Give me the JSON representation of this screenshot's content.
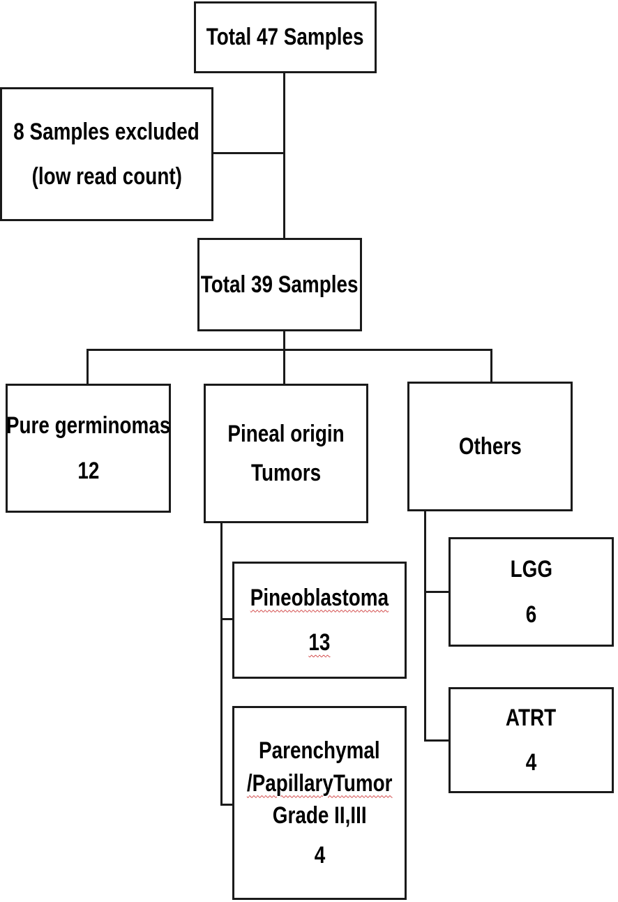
{
  "root": {
    "label": "Total 47 Samples"
  },
  "excluded": {
    "line1": "8 Samples excluded",
    "line2": "(low read count)"
  },
  "total": {
    "label": "Total 39 Samples"
  },
  "germinomas": {
    "label": "Pure germinomas",
    "count": "12"
  },
  "pineal": {
    "line1": "Pineal origin",
    "line2": "Tumors"
  },
  "others": {
    "label": "Others"
  },
  "pineoblastoma": {
    "label": "Pineoblastoma",
    "count": "13"
  },
  "parenchymal": {
    "line1": "Parenchymal",
    "line2": "/PapillaryTumor",
    "line3": "Grade II,III",
    "count": "4"
  },
  "lgg": {
    "label": "LGG",
    "count": "6"
  },
  "atrt": {
    "label": "ATRT",
    "count": "4"
  },
  "colors": {
    "stroke": "#1a1a1a",
    "spellcheck": "#d04040"
  }
}
